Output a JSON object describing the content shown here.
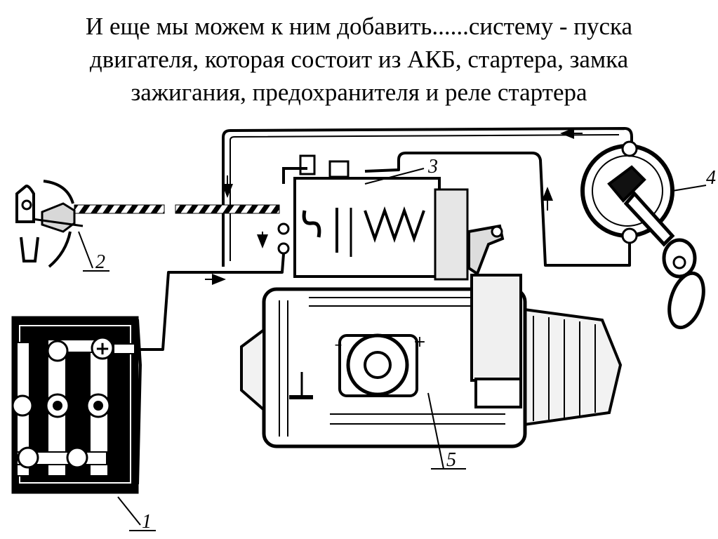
{
  "title": {
    "line1": "И еще мы можем к ним добавить......систему  - пуска",
    "line2": "двигателя, которая состоит из АКБ, стартера, замка",
    "line3": "зажигания, предохранителя и реле стартера"
  },
  "callouts": {
    "battery": "1",
    "fuse": "2",
    "relay": "3",
    "ignition_switch": "4",
    "starter": "5"
  },
  "terminal_marks": {
    "battery_plus": "+",
    "starter_minus": "–",
    "starter_plus": "+"
  }
}
